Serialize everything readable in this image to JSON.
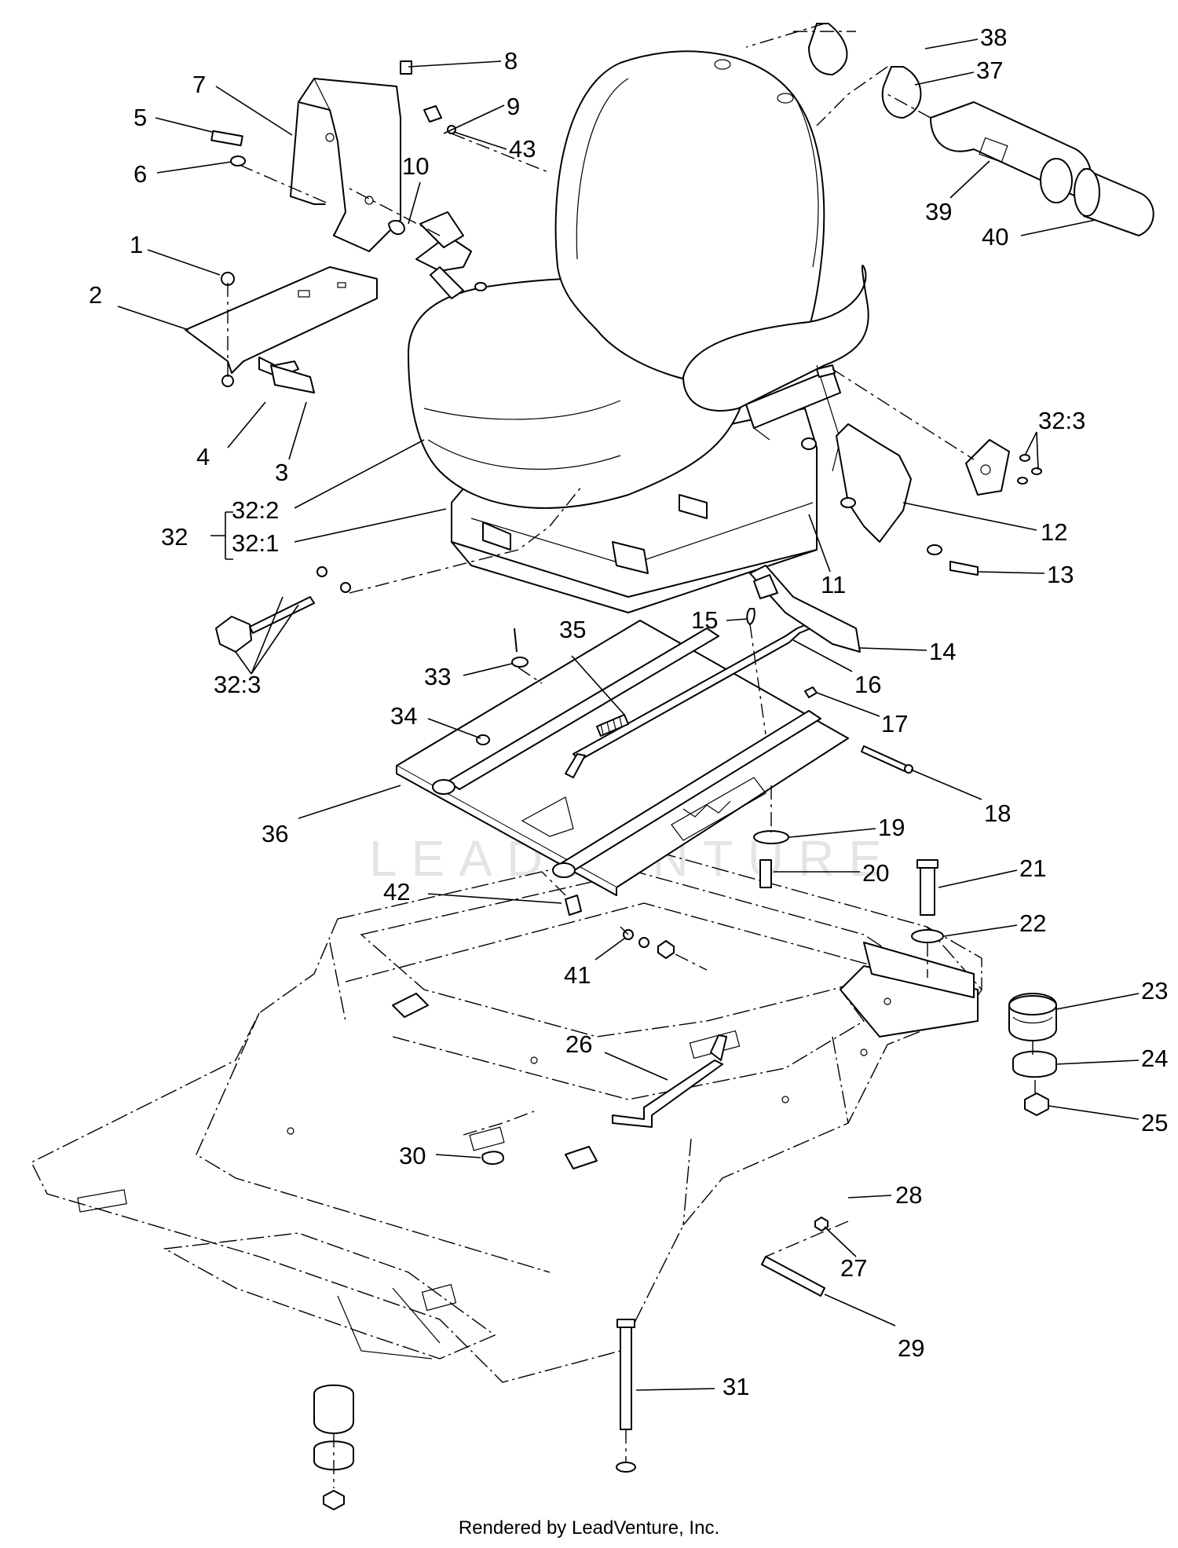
{
  "watermark": "LEADVENTURE",
  "footer": "Rendered by LeadVenture, Inc.",
  "callouts": [
    {
      "id": "1",
      "text": "1"
    },
    {
      "id": "2",
      "text": "2"
    },
    {
      "id": "3",
      "text": "3"
    },
    {
      "id": "4",
      "text": "4"
    },
    {
      "id": "5",
      "text": "5"
    },
    {
      "id": "6",
      "text": "6"
    },
    {
      "id": "7",
      "text": "7"
    },
    {
      "id": "8",
      "text": "8"
    },
    {
      "id": "9",
      "text": "9"
    },
    {
      "id": "10",
      "text": "10"
    },
    {
      "id": "11",
      "text": "11"
    },
    {
      "id": "12",
      "text": "12"
    },
    {
      "id": "13",
      "text": "13"
    },
    {
      "id": "14",
      "text": "14"
    },
    {
      "id": "15",
      "text": "15"
    },
    {
      "id": "16",
      "text": "16"
    },
    {
      "id": "17",
      "text": "17"
    },
    {
      "id": "18",
      "text": "18"
    },
    {
      "id": "19",
      "text": "19"
    },
    {
      "id": "20",
      "text": "20"
    },
    {
      "id": "21",
      "text": "21"
    },
    {
      "id": "22",
      "text": "22"
    },
    {
      "id": "23",
      "text": "23"
    },
    {
      "id": "24",
      "text": "24"
    },
    {
      "id": "25",
      "text": "25"
    },
    {
      "id": "26",
      "text": "26"
    },
    {
      "id": "27",
      "text": "27"
    },
    {
      "id": "28",
      "text": "28"
    },
    {
      "id": "29",
      "text": "29"
    },
    {
      "id": "30",
      "text": "30"
    },
    {
      "id": "31",
      "text": "31"
    },
    {
      "id": "32",
      "text": "32"
    },
    {
      "id": "32:1",
      "text": "32:1"
    },
    {
      "id": "32:2",
      "text": "32:2"
    },
    {
      "id": "32:3a",
      "text": "32:3"
    },
    {
      "id": "32:3b",
      "text": "32:3"
    },
    {
      "id": "33",
      "text": "33"
    },
    {
      "id": "34",
      "text": "34"
    },
    {
      "id": "35",
      "text": "35"
    },
    {
      "id": "36",
      "text": "36"
    },
    {
      "id": "37",
      "text": "37"
    },
    {
      "id": "38",
      "text": "38"
    },
    {
      "id": "39",
      "text": "39"
    },
    {
      "id": "40",
      "text": "40"
    },
    {
      "id": "41",
      "text": "41"
    },
    {
      "id": "42",
      "text": "42"
    },
    {
      "id": "43",
      "text": "43"
    }
  ]
}
